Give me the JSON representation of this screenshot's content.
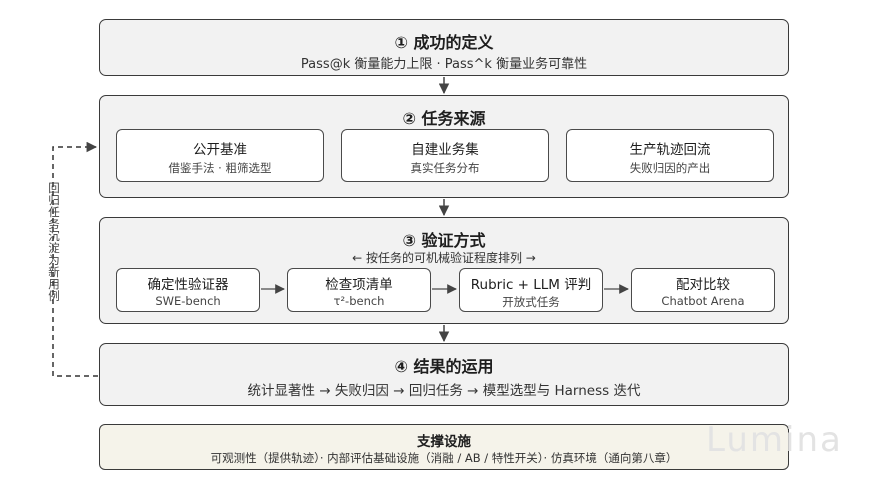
{
  "s1": {
    "title": "① 成功的定义",
    "subtitle": "Pass@k 衡量能力上限 · Pass^k 衡量业务可靠性"
  },
  "s2": {
    "title": "② 任务来源",
    "cards": [
      {
        "title": "公开基准",
        "sub": "借鉴手法 · 粗筛选型"
      },
      {
        "title": "自建业务集",
        "sub": "真实任务分布"
      },
      {
        "title": "生产轨迹回流",
        "sub": "失败归因的产出"
      }
    ]
  },
  "s3": {
    "title": "③ 验证方式",
    "subtitle": "← 按任务的可机械验证程度排列 →",
    "cards": [
      {
        "title": "确定性验证器",
        "sub": "SWE-bench"
      },
      {
        "title": "检查项清单",
        "sub": "τ²-bench"
      },
      {
        "title": "Rubric + LLM 评判",
        "sub": "开放式任务"
      },
      {
        "title": "配对比较",
        "sub": "Chatbot Arena"
      }
    ]
  },
  "s4": {
    "title": "④ 结果的运用",
    "subtitle": "统计显著性 → 失败归因 → 回归任务 → 模型选型与 Harness 迭代"
  },
  "support": {
    "title": "支撑设施",
    "subtitle": "可观测性（提供轨迹）· 内部评估基础设施（消融 / AB / 特性开关）· 仿真环境（通向第八章）"
  },
  "loop_label": "回归任务沉淀为新用例",
  "watermark": "Lumina"
}
